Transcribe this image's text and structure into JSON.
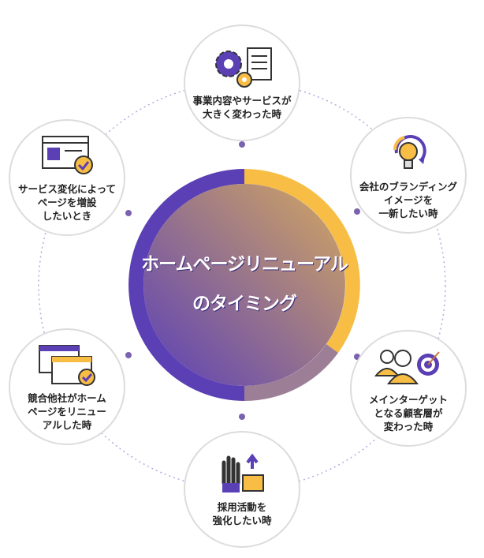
{
  "center": {
    "line1": "ホームページリニューアル",
    "line2": "のタイミング"
  },
  "colors": {
    "purple": "#5b3fb5",
    "yellow": "#f7bd45",
    "muted": "#9c7f96"
  },
  "nodes": [
    {
      "label": "事業内容やサービスが\n大きく変わった時",
      "icon": "gears-document-icon"
    },
    {
      "label": "会社のブランディング\nイメージを\n一新したい時",
      "icon": "lightbulb-refresh-icon"
    },
    {
      "label": "メインターゲット\nとなる顧客層が\n変わった時",
      "icon": "people-target-icon"
    },
    {
      "label": "採用活動を\n強化したい時",
      "icon": "hand-briefcase-icon"
    },
    {
      "label": "競合他社がホーム\nページをリニュー\nアルした時",
      "icon": "windows-check-icon"
    },
    {
      "label": "サービス変化によって\nページを増設\nしたいとき",
      "icon": "window-check-icon"
    }
  ]
}
